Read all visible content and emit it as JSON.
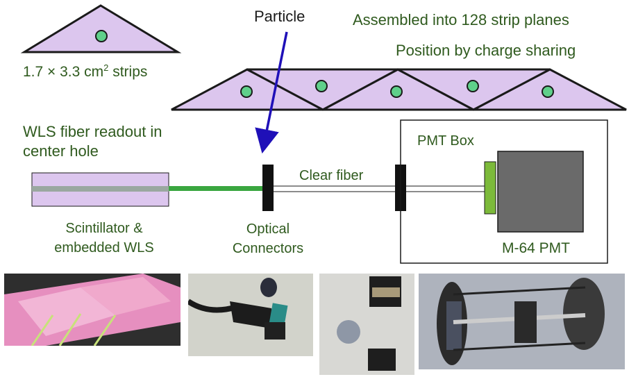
{
  "labels": {
    "particle": "Particle",
    "assembled": "Assembled into 128 strip planes",
    "position": "Position by charge sharing",
    "strips_prefix": "1.7 × 3.3 cm",
    "strips_sup": "2",
    "strips_suffix": " strips",
    "wls_line1": "WLS fiber readout in",
    "wls_line2": "center hole",
    "clear_fiber": "Clear fiber",
    "pmt_box": "PMT Box",
    "scint_line1": "Scintillator &",
    "scint_line2": "embedded WLS",
    "optical_line1": "Optical",
    "optical_line2": "Connectors",
    "m64": "M-64 PMT"
  },
  "colors": {
    "text_green": "#2f5a1e",
    "strip_fill": "#dcc6ee",
    "dot_fill": "#5fd08a",
    "arrow": "#1f10b8",
    "wls_fiber": "#3aa640",
    "pmt_gray": "#6a6a6a",
    "pmt_window": "#7cba3a"
  },
  "photos": [
    {
      "name": "scintillator-strips-photo"
    },
    {
      "name": "fiber-connector-photo"
    },
    {
      "name": "connector-parts-photo"
    },
    {
      "name": "pmt-assembly-photo"
    }
  ]
}
